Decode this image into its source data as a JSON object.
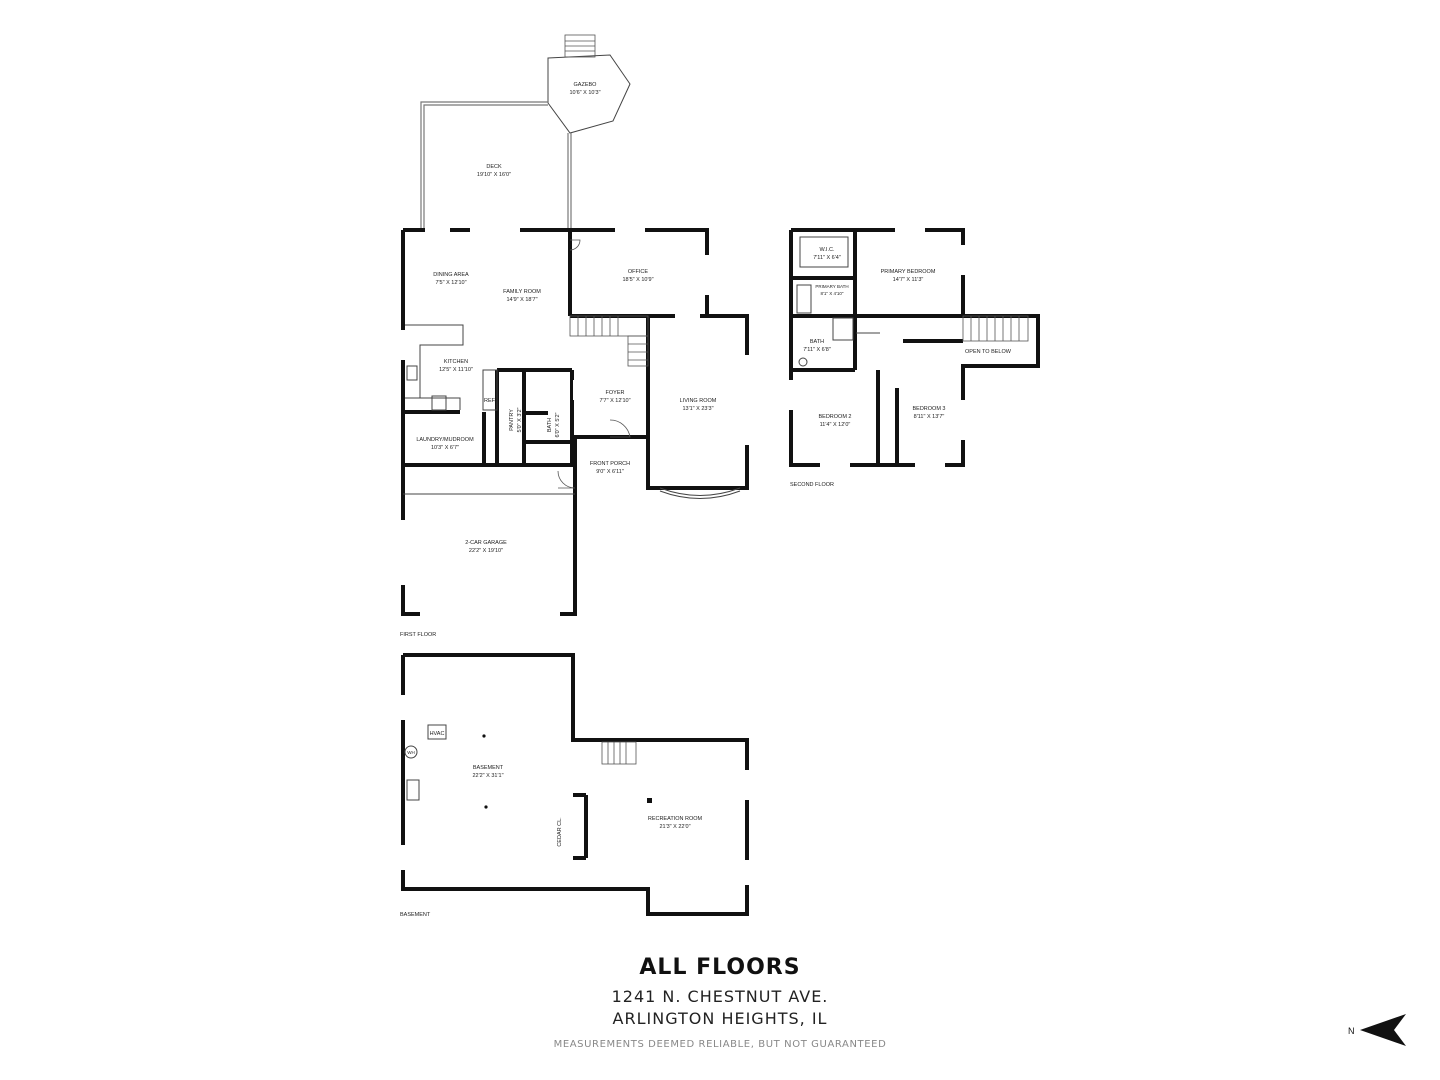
{
  "title": "ALL FLOORS",
  "address_line1": "1241 N. CHESTNUT AVE.",
  "address_line2": "ARLINGTON HEIGHTS, IL",
  "disclaimer": "MEASUREMENTS DEEMED RELIABLE, BUT NOT GUARANTEED",
  "compass": {
    "letter": "N",
    "icon": "north-arrow-icon"
  },
  "floors": {
    "first": {
      "label": "FIRST FLOOR",
      "rooms": {
        "gazebo": {
          "name": "GAZEBO",
          "dims": "10'6\" X 10'3\""
        },
        "deck": {
          "name": "DECK",
          "dims": "19'10\" X 16'0\""
        },
        "dining": {
          "name": "DINING AREA",
          "dims": "7'5\" X 12'10\""
        },
        "family": {
          "name": "FAMILY ROOM",
          "dims": "14'9\" X 18'7\""
        },
        "office": {
          "name": "OFFICE",
          "dims": "18'5\" X 10'9\""
        },
        "kitchen": {
          "name": "KITCHEN",
          "dims": "12'5\" X 11'10\""
        },
        "foyer": {
          "name": "FOYER",
          "dims": "7'7\" X 12'10\""
        },
        "living": {
          "name": "LIVING ROOM",
          "dims": "13'1\" X 23'3\""
        },
        "ref": {
          "name": "REF."
        },
        "pantry": {
          "name": "PANTRY",
          "dims": "5'0\" X 3'2\""
        },
        "bath": {
          "name": "BATH",
          "dims": "6'0\" X 5'2\""
        },
        "laundry": {
          "name": "LAUNDRY/MUDROOM",
          "dims": "10'3\" X 6'7\""
        },
        "porch": {
          "name": "FRONT PORCH",
          "dims": "9'0\" X 6'11\""
        },
        "garage": {
          "name": "2-CAR GARAGE",
          "dims": "22'2\" X 19'10\""
        }
      }
    },
    "second": {
      "label": "SECOND FLOOR",
      "rooms": {
        "wic": {
          "name": "W.I.C.",
          "dims": "7'11\" X 6'4\""
        },
        "primary_bed": {
          "name": "PRIMARY BEDROOM",
          "dims": "14'7\" X 11'3\""
        },
        "primary_bath": {
          "name": "PRIMARY BATH",
          "dims": "8'1\" X 4'10\""
        },
        "bath": {
          "name": "BATH",
          "dims": "7'11\" X 6'8\""
        },
        "open_below": {
          "name": "OPEN TO BELOW"
        },
        "bedroom2": {
          "name": "BEDROOM 2",
          "dims": "11'4\" X 12'0\""
        },
        "bedroom3": {
          "name": "BEDROOM 3",
          "dims": "8'11\" X 13'7\""
        }
      }
    },
    "basement": {
      "label": "BASEMENT",
      "rooms": {
        "basement": {
          "name": "BASEMENT",
          "dims": "22'2\" X 31'1\""
        },
        "recreation": {
          "name": "RECREATION ROOM",
          "dims": "21'3\" X 22'0\""
        },
        "hvac": {
          "name": "HVAC"
        },
        "wh": {
          "name": "WH"
        },
        "cedar": {
          "name": "CEDAR CL."
        }
      }
    }
  }
}
